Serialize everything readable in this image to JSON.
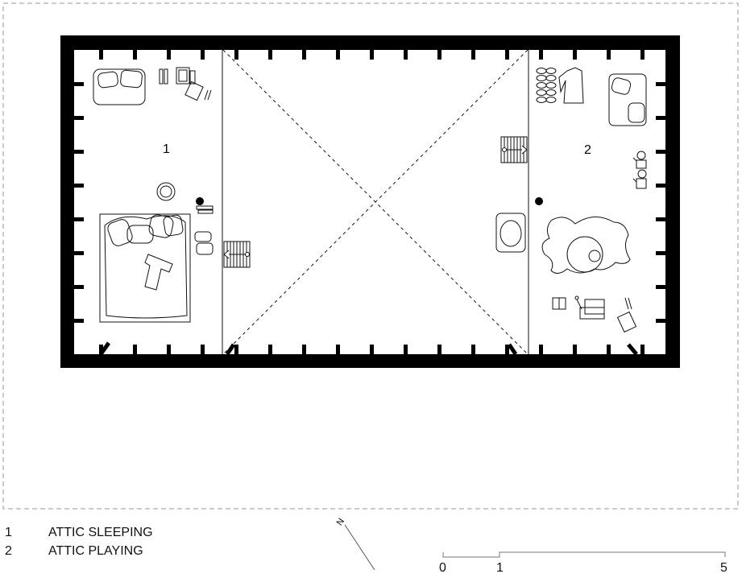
{
  "rooms": [
    {
      "number": "1",
      "name": "ATTIC SLEEPING"
    },
    {
      "number": "2",
      "name": "ATTIC PLAYING"
    }
  ],
  "north_label": "N",
  "scale_bar": {
    "labels": [
      "0",
      "1",
      "5"
    ]
  },
  "colors": {
    "wall": "#000000",
    "line": "#111111",
    "frame": "#999999"
  }
}
